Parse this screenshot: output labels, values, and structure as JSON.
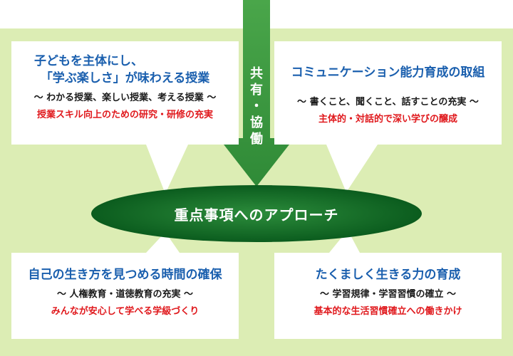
{
  "colors": {
    "background": "#dcedb4",
    "box": "#ffffff",
    "title": "#1a5fae",
    "accent": "#e0191d",
    "center_dark": "#0d6e25",
    "arrow": "#3b9a3d"
  },
  "arrow": {
    "chars": [
      "共",
      "有",
      "・",
      "協",
      "働"
    ]
  },
  "center": {
    "label": "重点事項へのアプローチ"
  },
  "boxes": {
    "top_left": {
      "title_line1": "子どもを主体にし、",
      "title_line2": "「学ぶ楽しさ」が味わえる授業",
      "subtitle": "～ わかる授業、楽しい授業、考える授業 ～",
      "accent": "授業スキル向上のための研究・研修の充実"
    },
    "top_right": {
      "title": "コミュニケーション能力育成の取組",
      "subtitle": "～ 書くこと、聞くこと、話すことの充実 ～",
      "accent": "主体的・対話的で深い学びの醸成"
    },
    "bottom_left": {
      "title": "自己の生き方を見つめる時間の確保",
      "subtitle": "～ 人権教育・道徳教育の充実 ～",
      "accent": "みんなが安心して学べる学級づくり"
    },
    "bottom_right": {
      "title": "たくましく生きる力の育成",
      "subtitle": "～ 学習規律・学習習慣の確立 ～",
      "accent": "基本的な生活習慣確立への働きかけ"
    }
  }
}
